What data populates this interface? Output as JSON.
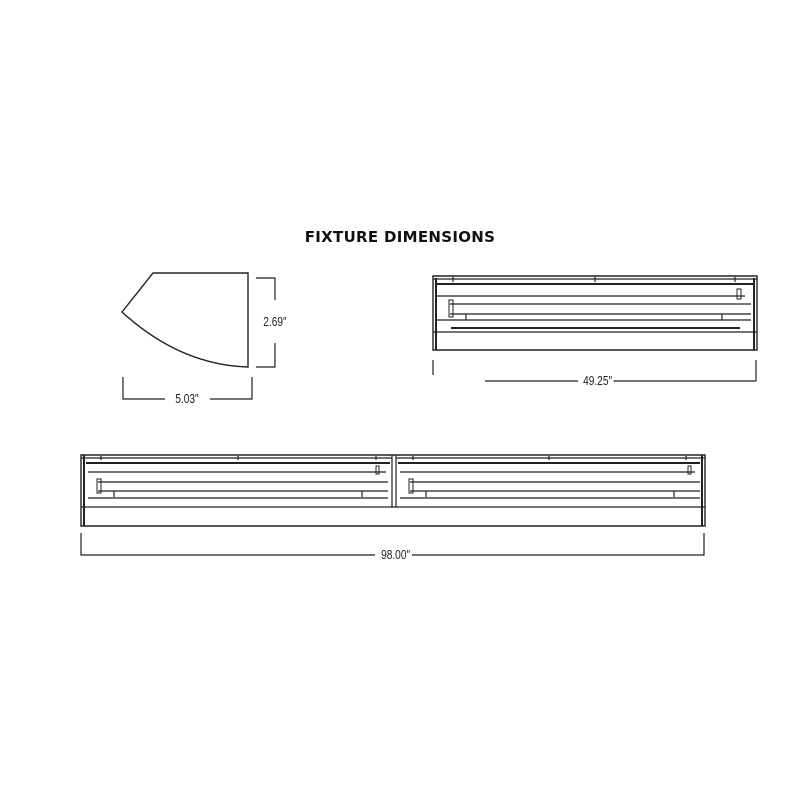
{
  "title": "FIXTURE DIMENSIONS",
  "colors": {
    "line": "#222222",
    "background": "#ffffff"
  },
  "views": {
    "end_profile": {
      "height_label": "2.69\"",
      "width_label": "5.03\""
    },
    "single_fixture": {
      "length_label": "49.25\""
    },
    "double_fixture": {
      "length_label": "98.00\""
    }
  }
}
